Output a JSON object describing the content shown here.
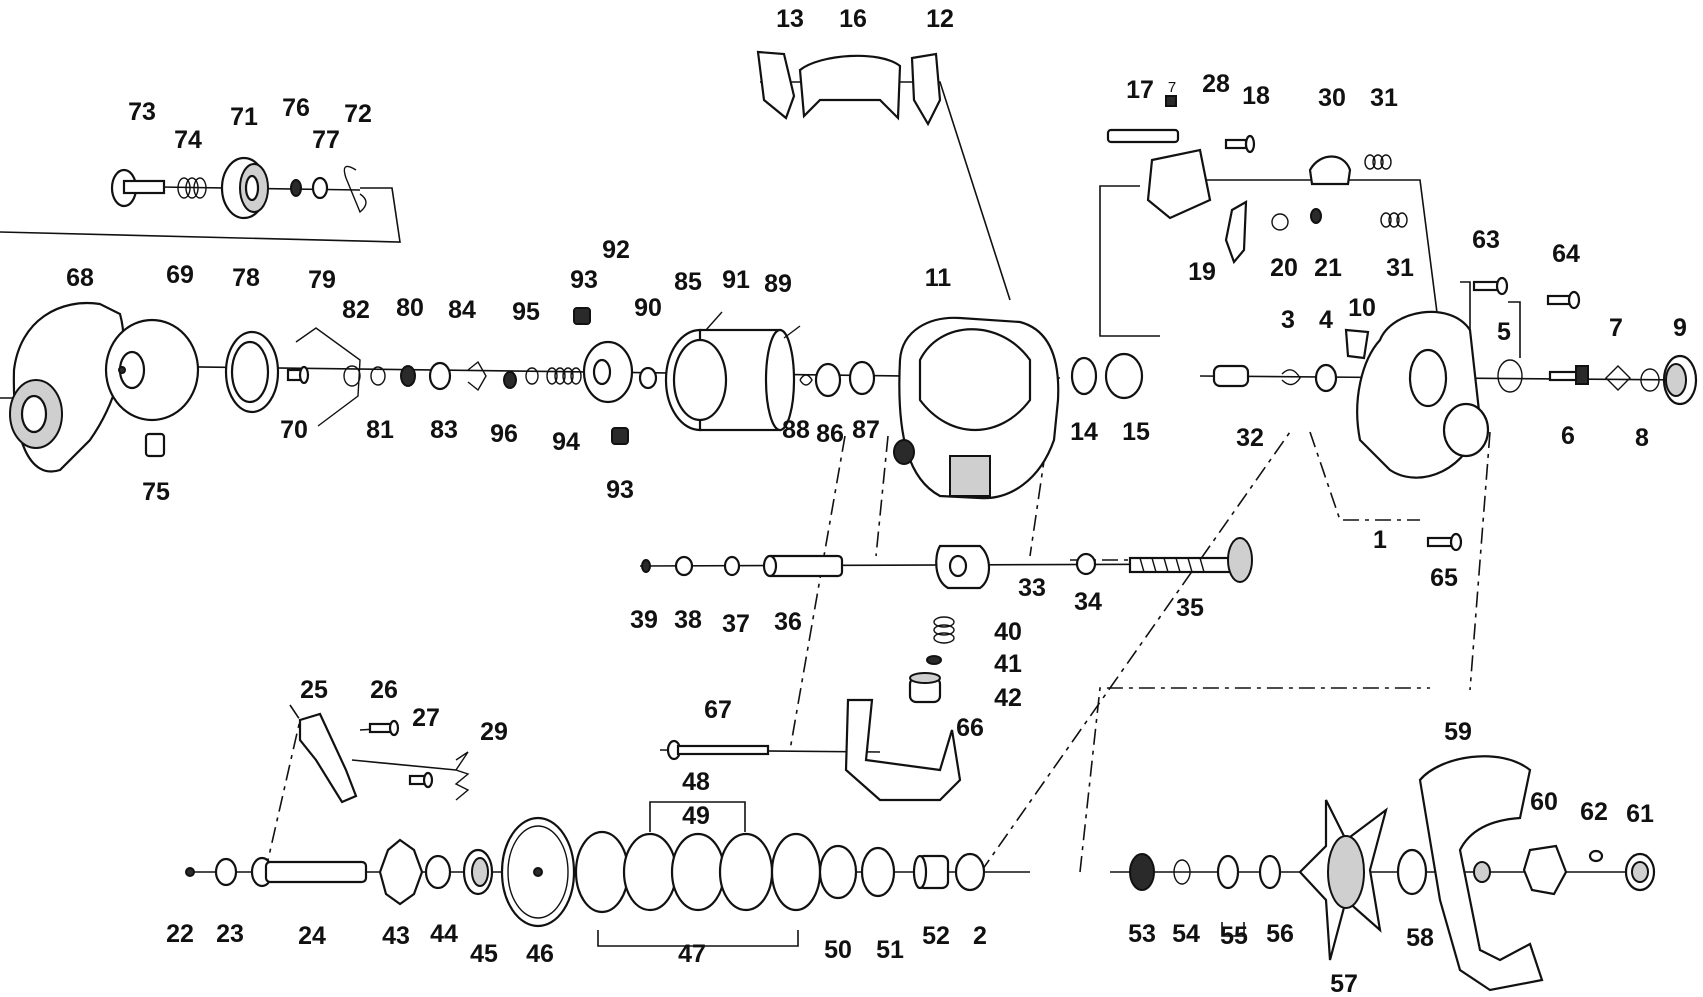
{
  "callouts": {
    "p1": "1",
    "p2": "2",
    "p3": "3",
    "p4": "4",
    "p5": "5",
    "p6": "6",
    "p7": "7",
    "p8": "8",
    "p9": "9",
    "p10": "10",
    "p11": "11",
    "p12": "12",
    "p13": "13",
    "p14": "14",
    "p15": "15",
    "p16": "16",
    "p17": "17",
    "p18": "18",
    "p19": "19",
    "p20": "20",
    "p21": "21",
    "p22": "22",
    "p23": "23",
    "p24": "24",
    "p25": "25",
    "p26": "26",
    "p27": "27",
    "p28": "28",
    "p29": "29",
    "p30": "30",
    "p31a": "31",
    "p31b": "31",
    "p32": "32",
    "p33": "33",
    "p34": "34",
    "p35": "35",
    "p36": "36",
    "p37": "37",
    "p38": "38",
    "p39": "39",
    "p40": "40",
    "p41": "41",
    "p42": "42",
    "p43": "43",
    "p44": "44",
    "p45": "45",
    "p46": "46",
    "p47": "47",
    "p48": "48",
    "p49": "49",
    "p50": "50",
    "p51": "51",
    "p52": "52",
    "p53": "53",
    "p54": "54",
    "p55": "55",
    "p56": "56",
    "p57": "57",
    "p58": "58",
    "p59": "59",
    "p60": "60",
    "p61": "61",
    "p62": "62",
    "p63": "63",
    "p64": "64",
    "p65": "65",
    "p66": "66",
    "p67": "67",
    "p68": "68",
    "p69": "69",
    "p70": "70",
    "p71": "71",
    "p72": "72",
    "p73": "73",
    "p74": "74",
    "p75": "75",
    "p76": "76",
    "p77": "77",
    "p78": "78",
    "p79": "79",
    "p80": "80",
    "p81": "81",
    "p82": "82",
    "p83": "83",
    "p84": "84",
    "p85": "85",
    "p86": "86",
    "p87": "87",
    "p88": "88",
    "p89": "89",
    "p90": "90",
    "p91": "91",
    "p92": "92",
    "p93a": "93",
    "p93b": "93",
    "p94": "94",
    "p95": "95",
    "p96": "96",
    "p7small": "7"
  }
}
